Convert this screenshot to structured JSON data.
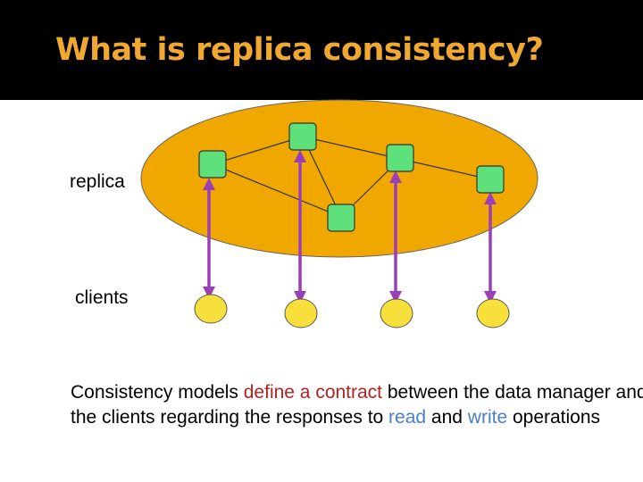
{
  "slide": {
    "title": "What is replica consistency?",
    "title_color": "#f0a830"
  },
  "diagram": {
    "labels": {
      "replica": "replica",
      "clients": "clients"
    },
    "colors": {
      "ellipse_fill": "#f0a800",
      "replica_node": "#5ee07a",
      "client_node": "#f7e03c",
      "link_arrow": "#9b3fb8",
      "edge": "#333333"
    },
    "replica_nodes": [
      "r1",
      "r2",
      "r3",
      "r4",
      "r5"
    ],
    "client_nodes": [
      "c1",
      "c2",
      "c3",
      "c4"
    ],
    "replica_links": [
      [
        "r1",
        "r2"
      ],
      [
        "r2",
        "r3"
      ],
      [
        "r2",
        "r4"
      ],
      [
        "r1",
        "r4"
      ],
      [
        "r4",
        "r3"
      ],
      [
        "r3",
        "r5"
      ]
    ],
    "client_links": [
      [
        "c1",
        "r1"
      ],
      [
        "c2",
        "r2"
      ],
      [
        "c3",
        "r3"
      ],
      [
        "c4",
        "r5"
      ]
    ]
  },
  "caption": {
    "line1": [
      {
        "text": "Consistency models ",
        "color": "#000000"
      },
      {
        "text": "define a contract",
        "color": "#b22222"
      },
      {
        "text": " between the data manager and",
        "color": "#000000"
      }
    ],
    "line2": [
      {
        "text": "the clients regarding the responses to ",
        "color": "#000000"
      },
      {
        "text": "read",
        "color": "#4a7ec8"
      },
      {
        "text": " and ",
        "color": "#000000"
      },
      {
        "text": "write",
        "color": "#4a7ec8"
      },
      {
        "text": " operations",
        "color": "#000000"
      }
    ]
  }
}
